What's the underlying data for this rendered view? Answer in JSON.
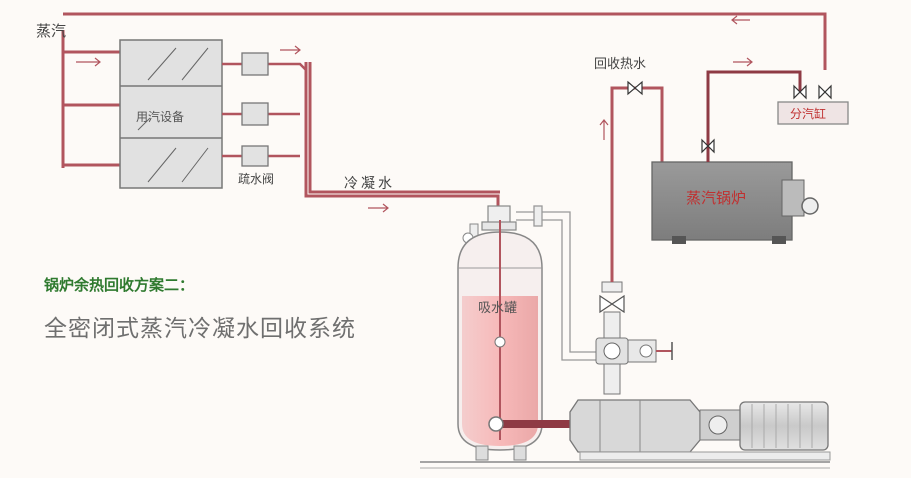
{
  "labels": {
    "steam": "蒸汽",
    "equipment": "用汽设备",
    "trap": "疏水阀",
    "condensate": "冷凝水",
    "hot_water_return": "回收热水",
    "header": "分汽缸",
    "boiler": "蒸汽锅炉",
    "tank": "吸水罐"
  },
  "title": {
    "line1": "锅炉余热回收方案二：",
    "line2": "全密闭式蒸汽冷凝水回收系统"
  },
  "colors": {
    "pipe": "#b1555e",
    "pipe_dark": "#8e3a44",
    "title1": "#2f7a2f",
    "title2": "#6f6f6f",
    "label": "#444444",
    "boiler_text": "#c03030",
    "header_text": "#c03030",
    "tank_fill": "#f0a8a8"
  }
}
